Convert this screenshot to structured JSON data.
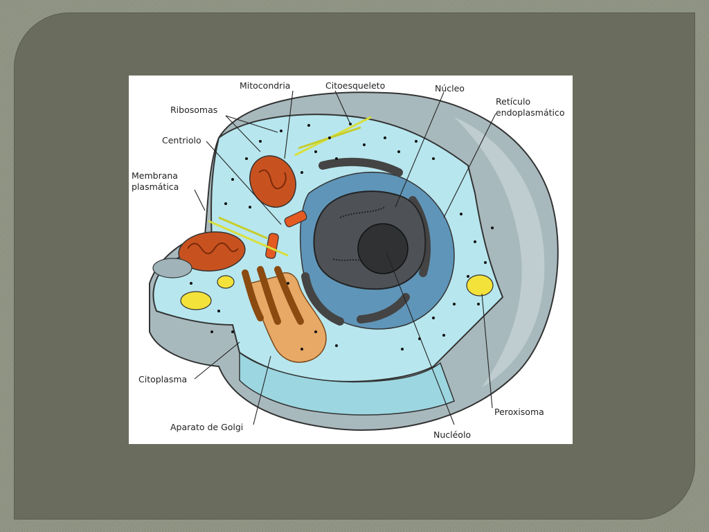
{
  "diagram": {
    "labels": {
      "mitocondria": "Mitocondria",
      "citoesqueleto": "Citoesqueleto",
      "nucleo": "Núcleo",
      "reticulo_1": "Retículo",
      "reticulo_2": "endoplasmático",
      "ribosomas": "Ribosomas",
      "centriolo": "Centriolo",
      "membrana_1": "Membrana",
      "membrana_2": "plasmática",
      "citoplasma": "Citoplasma",
      "aparato_golgi": "Aparato de Golgi",
      "nucleolo": "Nucléolo",
      "peroxisoma": "Peroxisoma"
    },
    "colors": {
      "cytoplasm": "#b7e6ee",
      "cell_outer": "#a8b9bd",
      "nucleus": "#4e5256",
      "nucleolus": "#2f3133",
      "er": "#5f95b8",
      "mitochondria": "#c8521f",
      "golgi": "#e8a866",
      "centriole": "#e35a22",
      "cytoskeleton": "#d8df3a",
      "peroxisome": "#f3e23a"
    }
  }
}
